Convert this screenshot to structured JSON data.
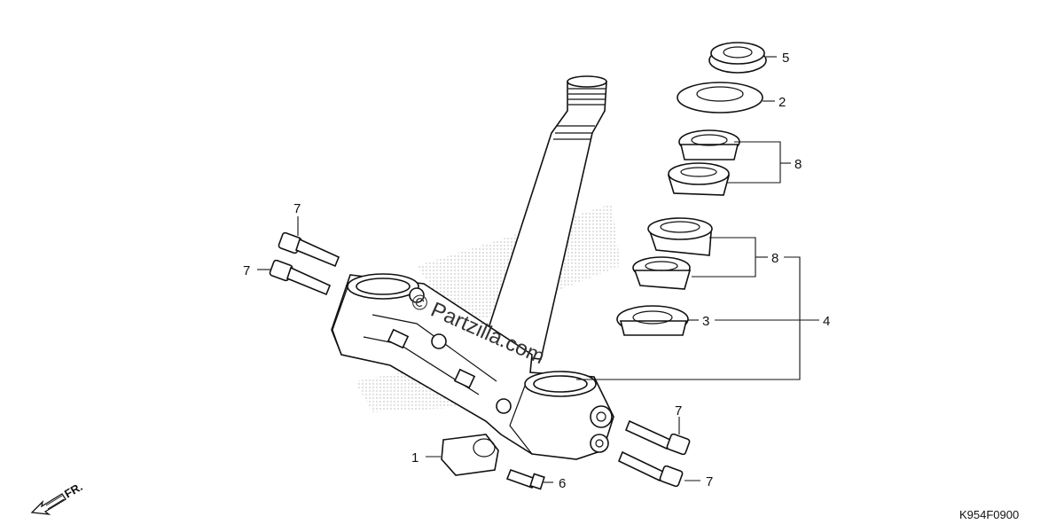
{
  "callouts": {
    "c1": "1",
    "c2": "2",
    "c3": "3",
    "c4": "4",
    "c5": "5",
    "c6": "6",
    "c7a": "7",
    "c7b": "7",
    "c7c": "7",
    "c7d": "7",
    "c8a": "8",
    "c8b": "8"
  },
  "watermark": {
    "text": "© Partzilla.com"
  },
  "diagram_code": "K954F0900",
  "front_indicator": "FR."
}
